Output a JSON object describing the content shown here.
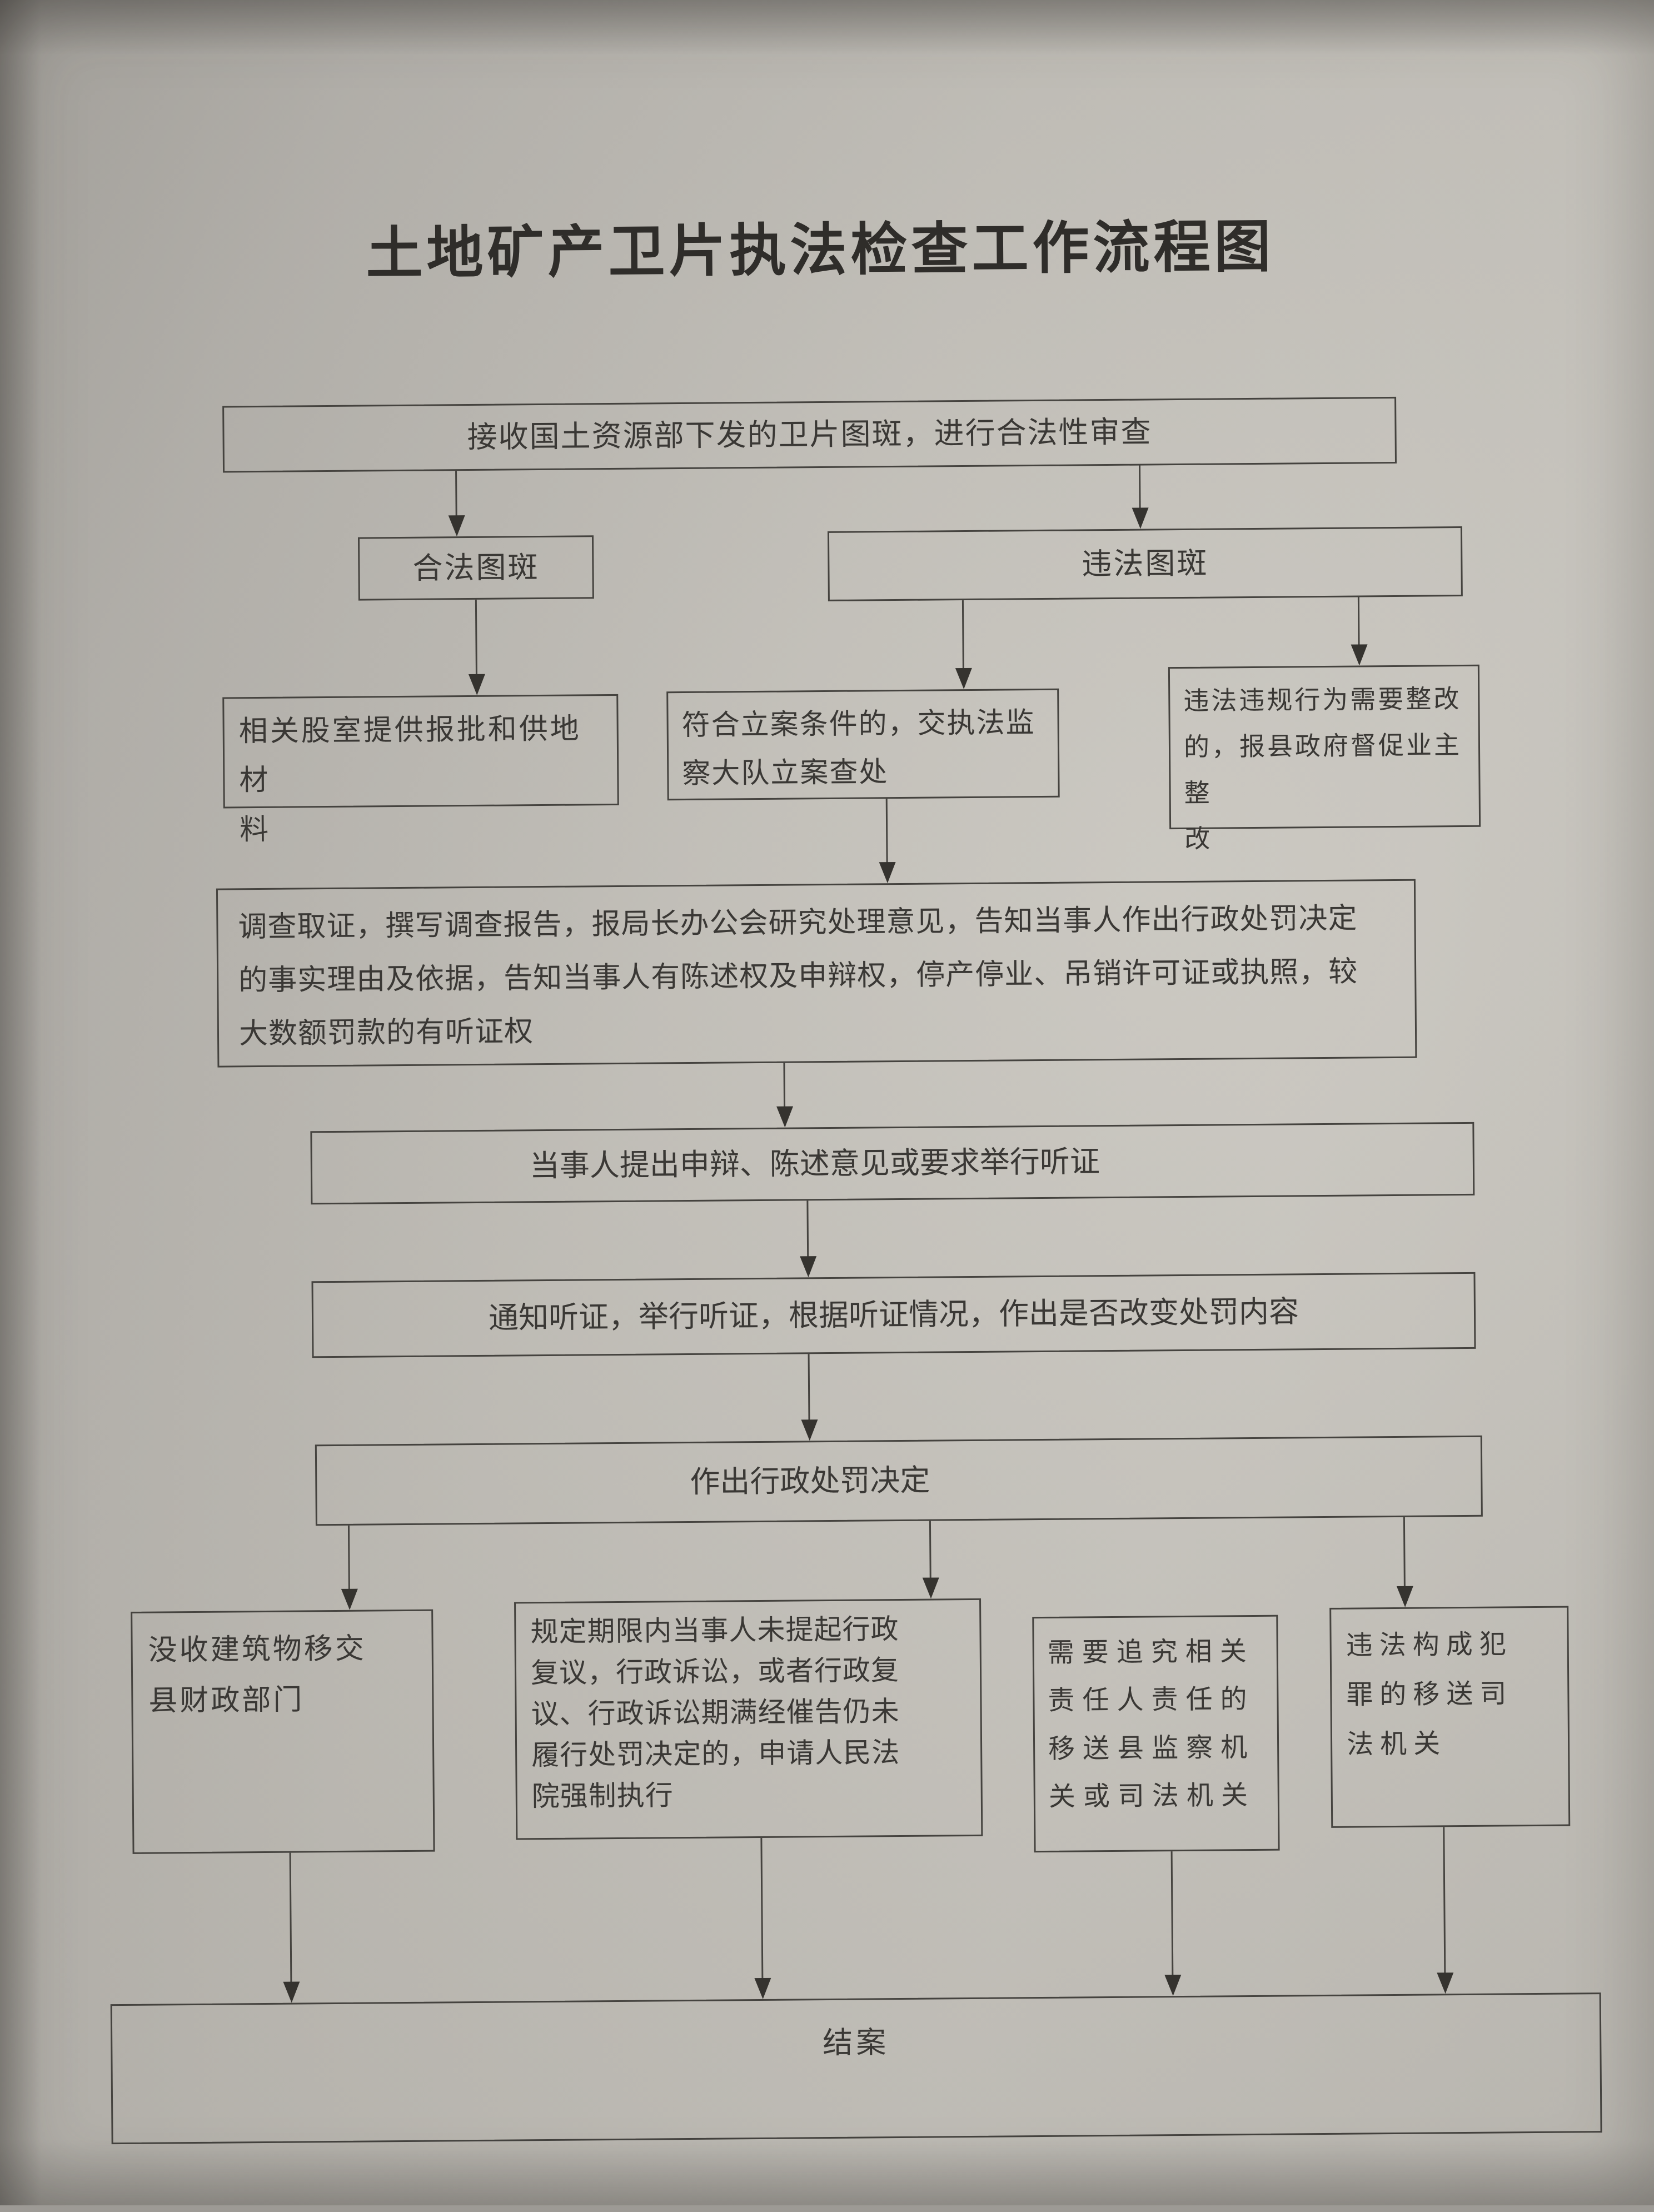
{
  "title": "土地矿产卫片执法检查工作流程图",
  "nodes": {
    "receive": {
      "label": "接收国土资源部下发的卫片图斑，进行合法性审查"
    },
    "legal": {
      "label": "合法图斑"
    },
    "illegal": {
      "label": "违法图斑"
    },
    "materials": {
      "label": "相关股室提供报批和供地材\n料"
    },
    "file_case": {
      "label": "符合立案条件的，交执法监\n察大队立案查处"
    },
    "rectify": {
      "label": "违法违规行为需要整改\n的，报县政府督促业主整\n改"
    },
    "investigate": {
      "label": "调查取证，撰写调查报告，报局长办公会研究处理意见，告知当事人作出行政处罚决定\n的事实理由及依据，告知当事人有陈述权及申辩权，停产停业、吊销许可证或执照，较\n大数额罚款的有听证权"
    },
    "statement": {
      "label": "当事人提出申辩、陈述意见或要求举行听证"
    },
    "hearing": {
      "label": "通知听证，举行听证，根据听证情况，作出是否改变处罚内容"
    },
    "decision": {
      "label": "作出行政处罚决定"
    },
    "confiscate": {
      "label": "没收建筑物移交\n县财政部门"
    },
    "court_enforce": {
      "label": "规定期限内当事人未提起行政\n复议，行政诉讼，或者行政复\n议、行政诉讼期满经催告仍未\n履行处罚决定的，申请人民法\n院强制执行"
    },
    "accountability": {
      "label": "需要追究相关\n责任人责任的\n移送县监察机\n关或司法机关"
    },
    "criminal": {
      "label": "违法构成犯\n罪的移送司\n法机关"
    },
    "close_case": {
      "label": "结案"
    }
  },
  "edges": [
    {
      "from": "receive",
      "to": "legal"
    },
    {
      "from": "receive",
      "to": "illegal"
    },
    {
      "from": "legal",
      "to": "materials"
    },
    {
      "from": "illegal",
      "to": "file_case"
    },
    {
      "from": "illegal",
      "to": "rectify"
    },
    {
      "from": "file_case",
      "to": "investigate"
    },
    {
      "from": "investigate",
      "to": "statement"
    },
    {
      "from": "statement",
      "to": "hearing"
    },
    {
      "from": "hearing",
      "to": "decision"
    },
    {
      "from": "decision",
      "to": "confiscate"
    },
    {
      "from": "decision",
      "to": "court_enforce"
    },
    {
      "from": "decision",
      "to": "criminal"
    },
    {
      "from": "confiscate",
      "to": "close_case"
    },
    {
      "from": "court_enforce",
      "to": "close_case"
    },
    {
      "from": "accountability",
      "to": "close_case"
    },
    {
      "from": "criminal",
      "to": "close_case"
    }
  ],
  "colors": {
    "paper": "#c5c2bb",
    "ink": "#3a3835",
    "line": "#45433f"
  }
}
